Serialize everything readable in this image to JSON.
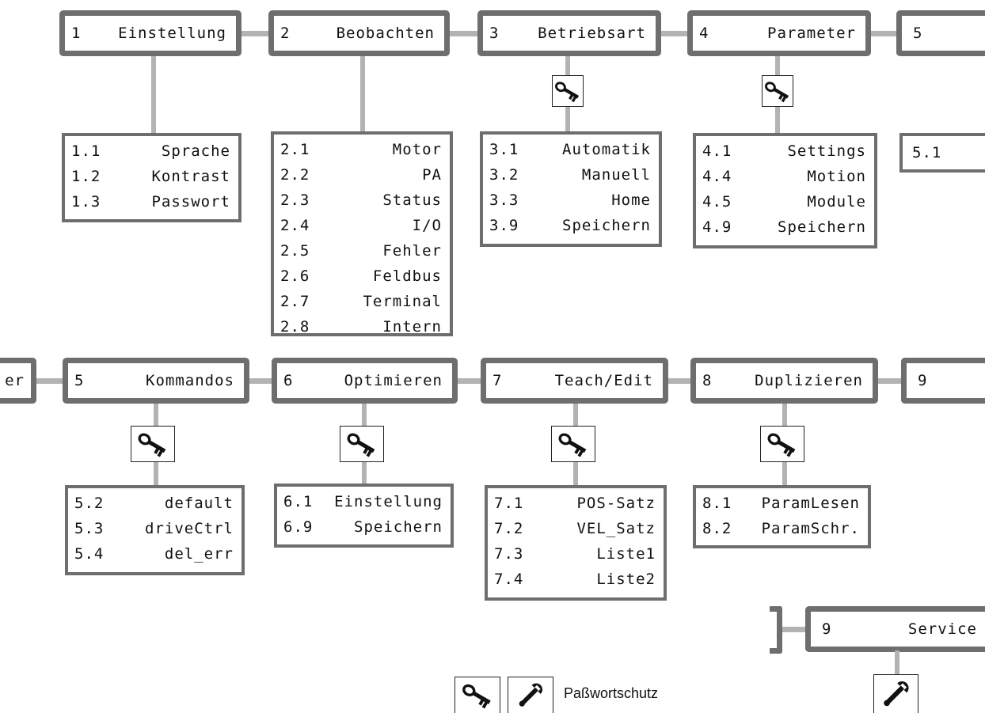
{
  "menu_row1": [
    {
      "num": "1",
      "label": "Einstellung",
      "locked": false,
      "items": [
        [
          "1.1",
          "Sprache"
        ],
        [
          "1.2",
          "Kontrast"
        ],
        [
          "1.3",
          "Passwort"
        ]
      ]
    },
    {
      "num": "2",
      "label": "Beobachten",
      "locked": false,
      "items": [
        [
          "2.1",
          "Motor"
        ],
        [
          "2.2",
          "PA"
        ],
        [
          "2.3",
          "Status"
        ],
        [
          "2.4",
          "I/O"
        ],
        [
          "2.5",
          "Fehler"
        ],
        [
          "2.6",
          "Feldbus"
        ],
        [
          "2.7",
          "Terminal"
        ],
        [
          "2.8",
          "Intern"
        ]
      ]
    },
    {
      "num": "3",
      "label": "Betriebsart",
      "locked": true,
      "items": [
        [
          "3.1",
          "Automatik"
        ],
        [
          "3.2",
          "Manuell"
        ],
        [
          "3.3",
          "Home"
        ],
        [
          "3.9",
          "Speichern"
        ]
      ]
    },
    {
      "num": "4",
      "label": "Parameter",
      "locked": true,
      "items": [
        [
          "4.1",
          "Settings"
        ],
        [
          "4.4",
          "Motion"
        ],
        [
          "4.5",
          "Module"
        ],
        [
          "4.9",
          "Speichern"
        ]
      ]
    }
  ],
  "row1_overflow": {
    "header_num": "5",
    "sub_item": "5.1"
  },
  "row2_leading_fragment": "er",
  "menu_row2": [
    {
      "num": "5",
      "label": "Kommandos",
      "locked": true,
      "items": [
        [
          "5.2",
          "default"
        ],
        [
          "5.3",
          "driveCtrl"
        ],
        [
          "5.4",
          "del_err"
        ]
      ]
    },
    {
      "num": "6",
      "label": "Optimieren",
      "locked": true,
      "items": [
        [
          "6.1",
          "Einstellung"
        ],
        [
          "6.9",
          "Speichern"
        ]
      ]
    },
    {
      "num": "7",
      "label": "Teach/Edit",
      "locked": true,
      "items": [
        [
          "7.1",
          "POS-Satz"
        ],
        [
          "7.2",
          "VEL_Satz"
        ],
        [
          "7.3",
          "Liste1"
        ],
        [
          "7.4",
          "Liste2"
        ]
      ]
    },
    {
      "num": "8",
      "label": "Duplizieren",
      "locked": true,
      "items": [
        [
          "8.1",
          "ParamLesen"
        ],
        [
          "8.2",
          "ParamSchr."
        ]
      ]
    }
  ],
  "row2_overflow": {
    "header_num": "9"
  },
  "service": {
    "num": "9",
    "label": "Service",
    "tool": "wrench-icon"
  },
  "legend": {
    "text": "Paßwortschutz",
    "icons": [
      "key-icon",
      "wrench-icon"
    ]
  }
}
